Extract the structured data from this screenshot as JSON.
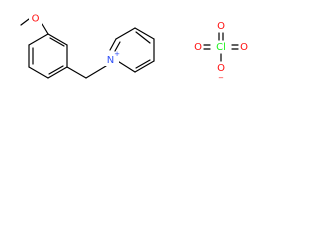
{
  "colors": {
    "bond": "#000000",
    "oxygen": "#ff0d0d",
    "nitrogen": "#3050f8",
    "chlorine": "#1ff01f",
    "carbon": "#000000"
  },
  "cation": {
    "methoxy_oxygen": "O",
    "pyridinium_nitrogen": "N",
    "pyridinium_charge": "+"
  },
  "anion": {
    "top_oxygen": "O",
    "left_oxygen": "O",
    "chlorine": "Cl",
    "right_oxygen": "O",
    "bottom_oxygen": "O",
    "bottom_charge": "−"
  }
}
